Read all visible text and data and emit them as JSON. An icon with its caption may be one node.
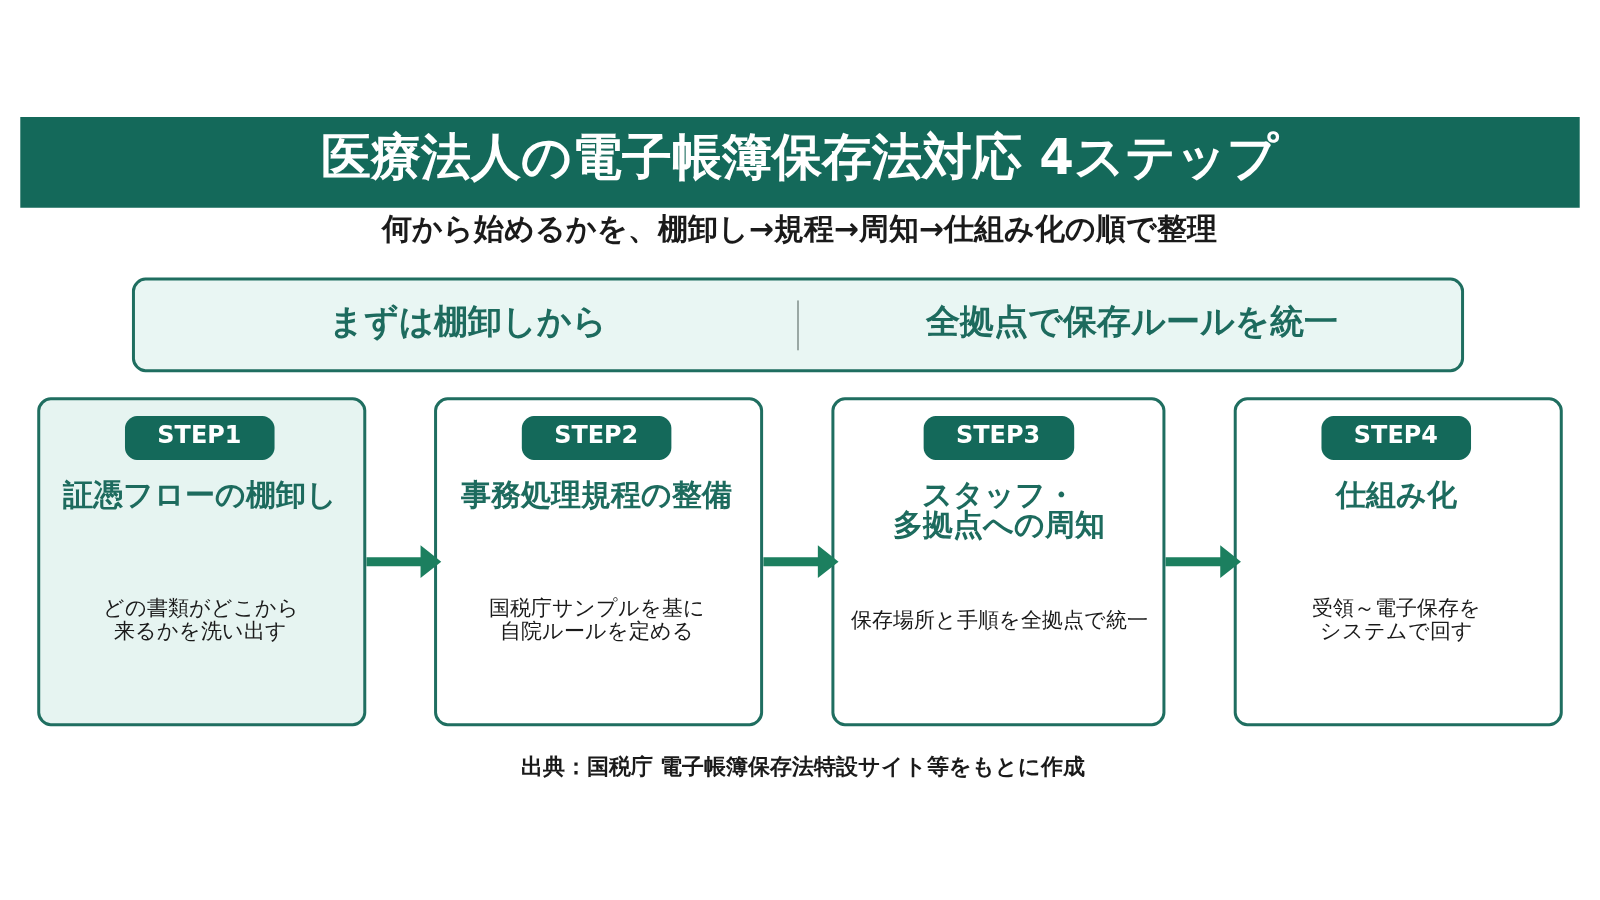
{
  "diagram": {
    "title": "医療法人の電子帳簿保存法対応 4ステップ",
    "caption": "出典：国税庁 電子帳簿保存法特設サイト等をもとに作成",
    "nodes": [
      {
        "text": [
          "まずは棚卸しから",
          "全拠点で保存ルールを統一"
        ]
      },
      {
        "text": [
          "STEP1",
          "証憑フローの棚卸し",
          "どの書類がどこから来るかを洗い出す"
        ]
      },
      {
        "text": [
          "STEP2",
          "事務処理規程の整備",
          "国税庁サンプルを基に自院ルールを定める"
        ]
      },
      {
        "text": [
          "STEP3",
          "スタッフ・多拠点への周知",
          "保存場所と手順を全拠点で統一"
        ]
      },
      {
        "text": [
          "STEP4",
          "仕組み化",
          "受領～電子保存をシステムで回す"
        ]
      }
    ],
    "edges": [
      {
        "from": 1,
        "to": 2,
        "arrow": "to"
      },
      {
        "from": 2,
        "to": 3,
        "arrow": "to"
      },
      {
        "from": 3,
        "to": 4,
        "arrow": "to"
      }
    ],
    "labels": [
      "何から始めるかを、棚卸し→規程→周知→仕組み化の順で整理"
    ]
  }
}
